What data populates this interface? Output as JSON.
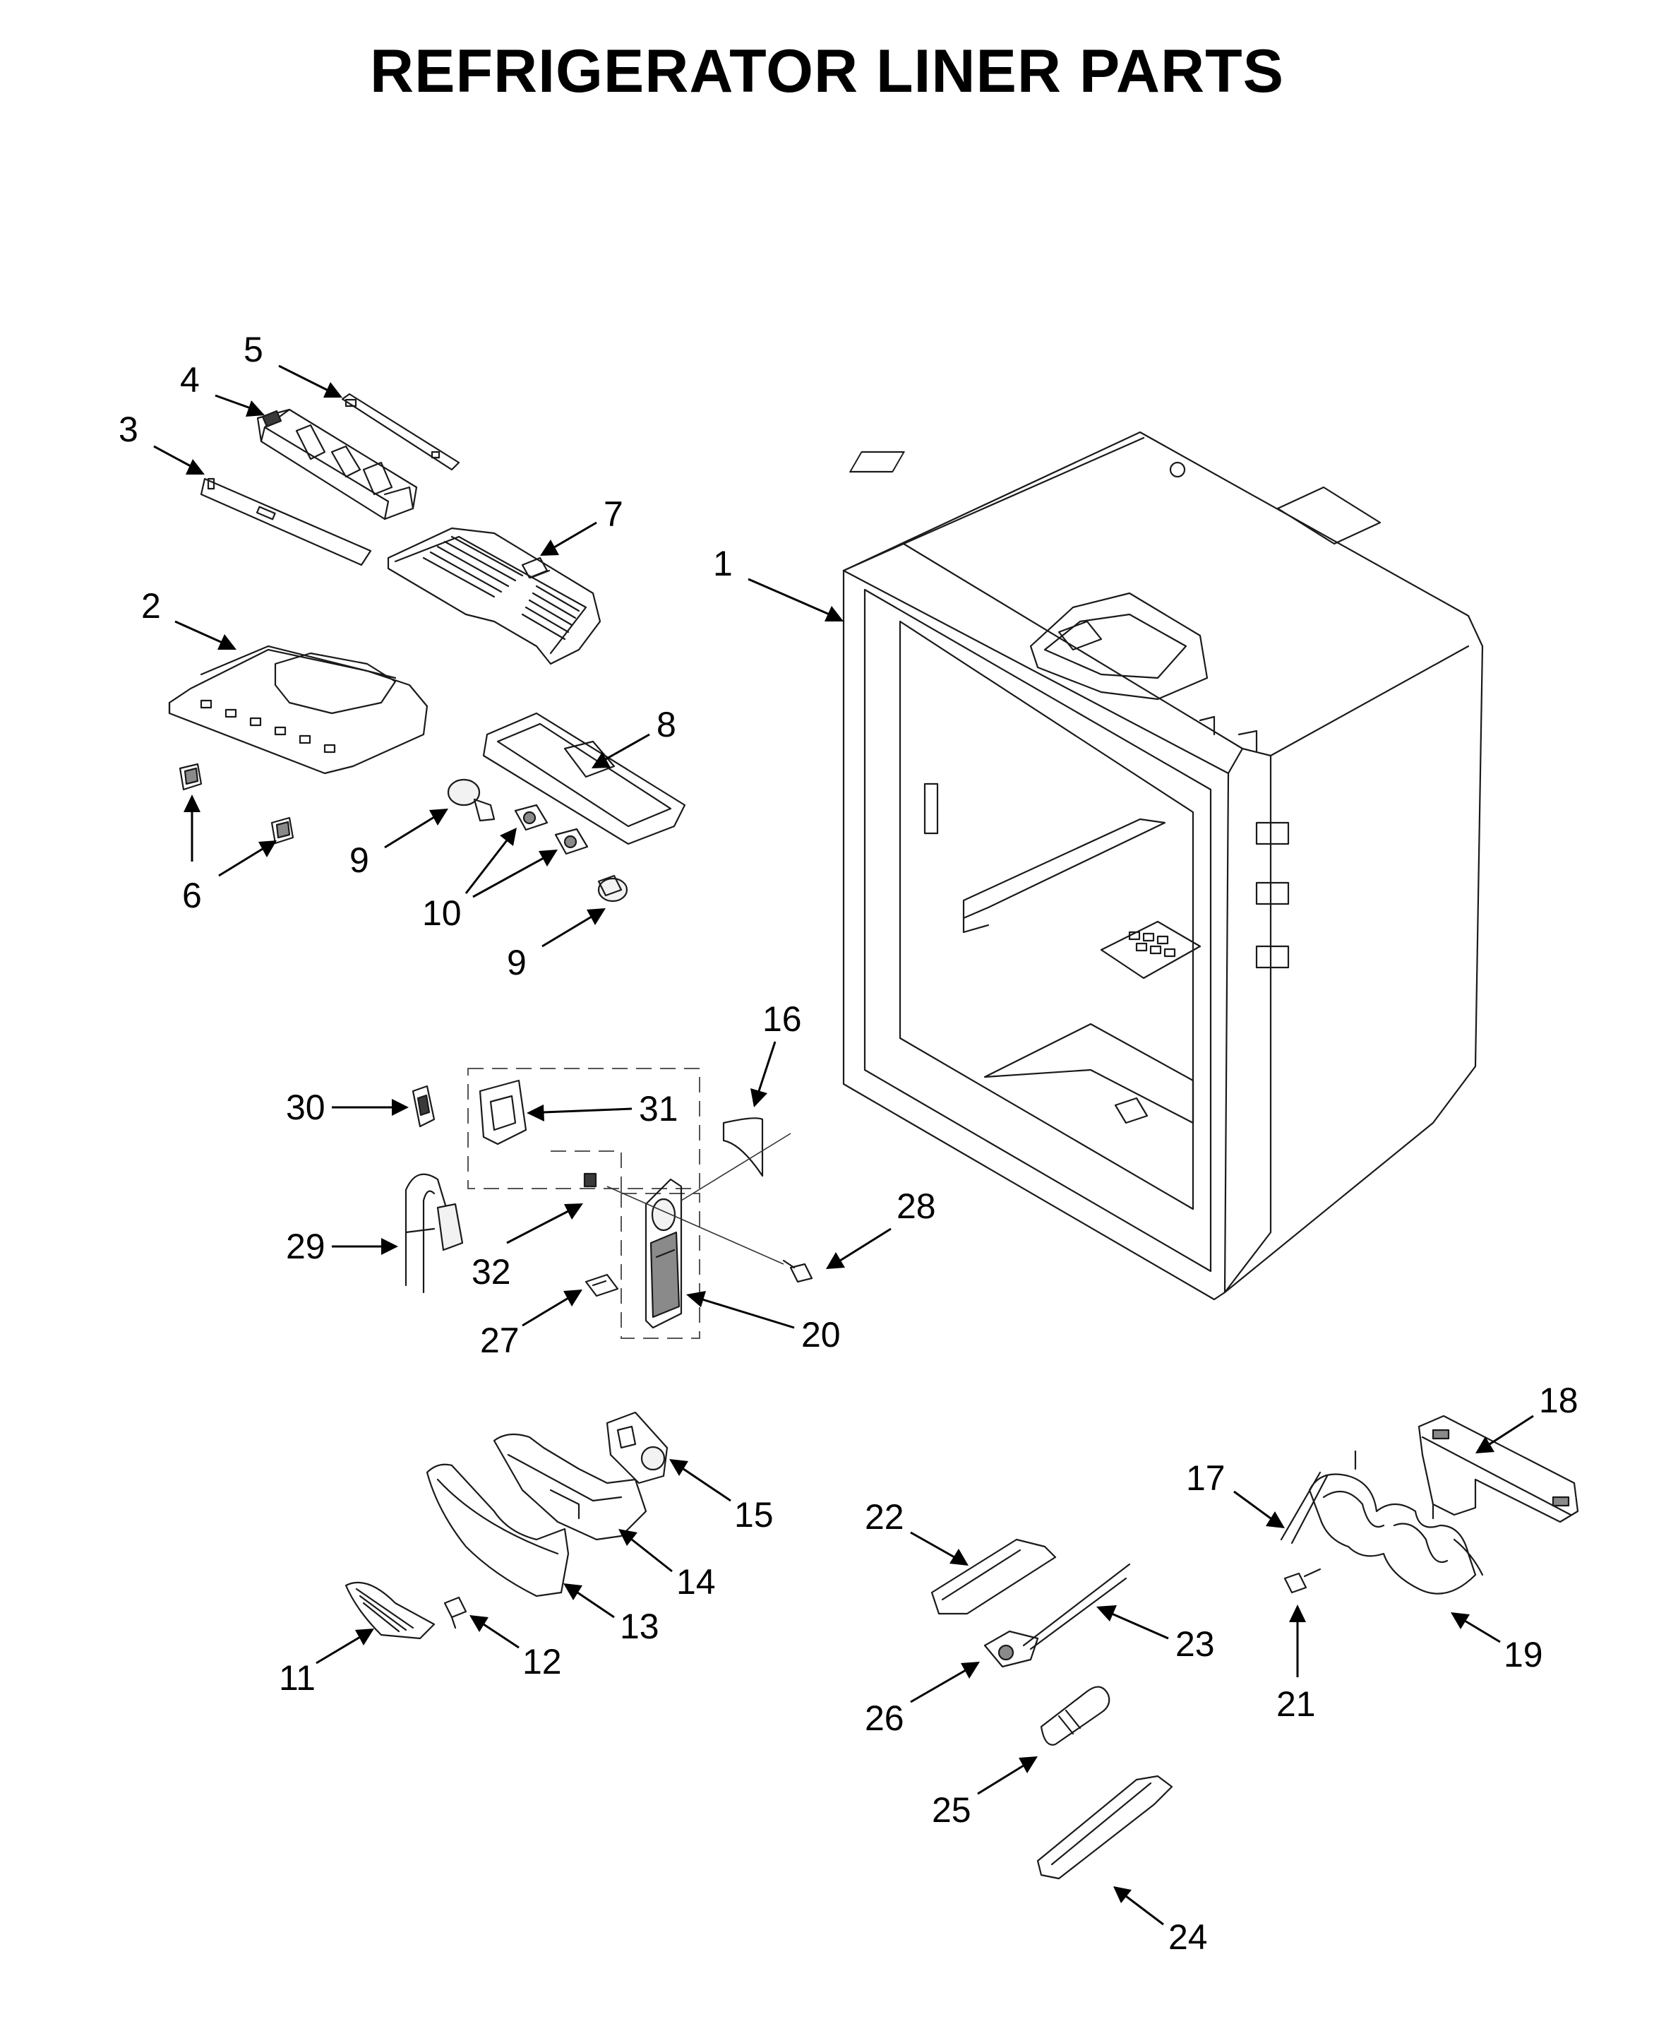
{
  "title": "REFRIGERATOR LINER PARTS",
  "callouts": [
    "1",
    "2",
    "3",
    "4",
    "5",
    "6",
    "7",
    "8",
    "9",
    "9",
    "10",
    "11",
    "12",
    "13",
    "14",
    "15",
    "16",
    "17",
    "18",
    "19",
    "20",
    "21",
    "22",
    "23",
    "24",
    "25",
    "26",
    "27",
    "28",
    "29",
    "30",
    "31",
    "32"
  ]
}
